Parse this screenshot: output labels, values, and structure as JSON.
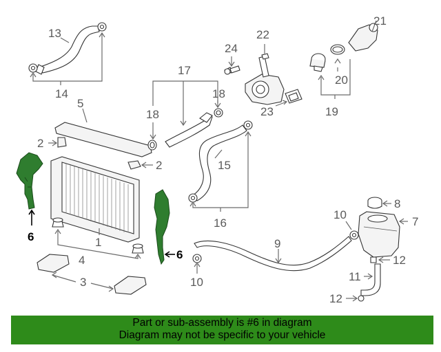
{
  "diagram": {
    "callouts": {
      "c1": "1",
      "c2a": "2",
      "c2b": "2",
      "c3": "3",
      "c4": "4",
      "c5": "5",
      "c6a": "6",
      "c6b": "6",
      "c7": "7",
      "c8": "8",
      "c9": "9",
      "c10a": "10",
      "c10b": "10",
      "c11": "11",
      "c12a": "12",
      "c12b": "12",
      "c13": "13",
      "c14": "14",
      "c15": "15",
      "c16": "16",
      "c17": "17",
      "c18a": "18",
      "c18b": "18",
      "c19": "19",
      "c20": "20",
      "c21": "21",
      "c22": "22",
      "c23": "23",
      "c24": "24"
    },
    "highlight_color": "#2e8b1a"
  },
  "banner": {
    "line1": "Part or sub-assembly is #6 in diagram",
    "line2": "Diagram may not be specific to your vehicle"
  }
}
